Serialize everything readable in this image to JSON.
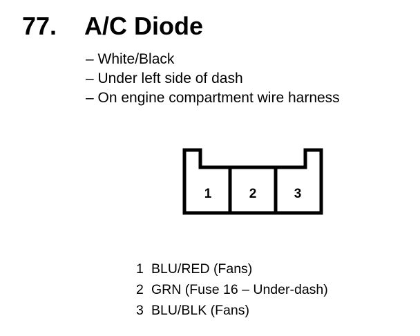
{
  "heading": {
    "number": "77.",
    "title": "A/C Diode"
  },
  "notes": [
    "– White/Black",
    "– Under left side of dash",
    "– On engine compartment wire harness"
  ],
  "connector": {
    "pins": [
      "1",
      "2",
      "3"
    ]
  },
  "pin_list": [
    {
      "number": "1",
      "label": "BLU/RED (Fans)"
    },
    {
      "number": "2",
      "label": "GRN (Fuse 16 – Under-dash)"
    },
    {
      "number": "3",
      "label": "BLU/BLK (Fans)"
    }
  ]
}
